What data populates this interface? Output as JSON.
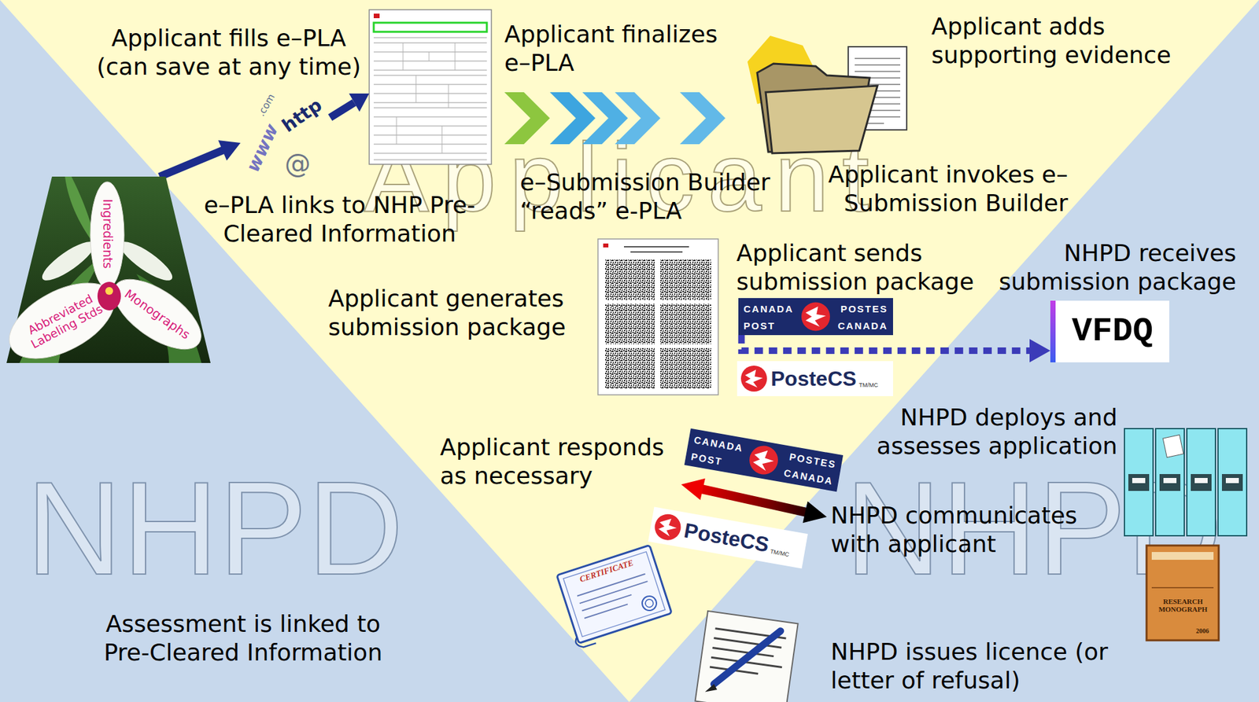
{
  "diagram": {
    "nodes": [
      {
        "text": [
          "Applicant fills e–PLA (can save at any time)"
        ]
      },
      {
        "text": [
          "Ingredients",
          "Abbreviated Labeling Stds",
          "Monographs"
        ]
      },
      {
        "text": [
          "http",
          ".com",
          "www",
          "@"
        ]
      },
      {
        "text": [
          "e–PLA links to NHP Pre-Cleared Information"
        ]
      },
      {
        "text": [
          "Applicant finalizes e–PLA"
        ]
      },
      {
        "text": [
          "e–Submission Builder “reads” e-PLA"
        ]
      },
      {
        "text": [
          "Applicant adds supporting evidence"
        ]
      },
      {
        "text": [
          "Applicant invokes e–Submission Builder"
        ]
      },
      {
        "text": [
          "Applicant generates submission package"
        ]
      },
      {
        "text": [
          "Applicant sends submission package"
        ]
      },
      {
        "text": [
          "CANADA",
          "POSTES",
          "POST",
          "CANADA"
        ]
      },
      {
        "text": [
          "PosteCS",
          "TM/MC"
        ]
      },
      {
        "text": [
          "NHPD receives submission package"
        ]
      },
      {
        "text": [
          "VFDQ"
        ]
      },
      {
        "text": [
          "NHPD deploys and assesses application"
        ]
      },
      {
        "text": [
          "Applicant responds as necessary"
        ]
      },
      {
        "text": [
          "CANADA",
          "POSTES",
          "POST",
          "CANADA"
        ]
      },
      {
        "text": [
          "PosteCS",
          "TM/MC"
        ]
      },
      {
        "text": [
          "NHPD communicates with applicant"
        ]
      },
      {
        "text": [
          "NHPD issues licence (or letter of refusal)"
        ]
      },
      {
        "text": [
          "Assessment is linked to Pre-Cleared Information"
        ]
      }
    ],
    "edges": [
      {
        "from": 1,
        "to": 2,
        "arrow": "to"
      },
      {
        "from": 10,
        "to": 13,
        "arrow": "to"
      },
      {
        "from": 15,
        "to": 18,
        "arrow": "both"
      }
    ],
    "labels": [
      "Applicant",
      "NHPD",
      "NHPD",
      "CERTIFICATE",
      "RESEARCH MONOGRAPH",
      "2006"
    ]
  }
}
